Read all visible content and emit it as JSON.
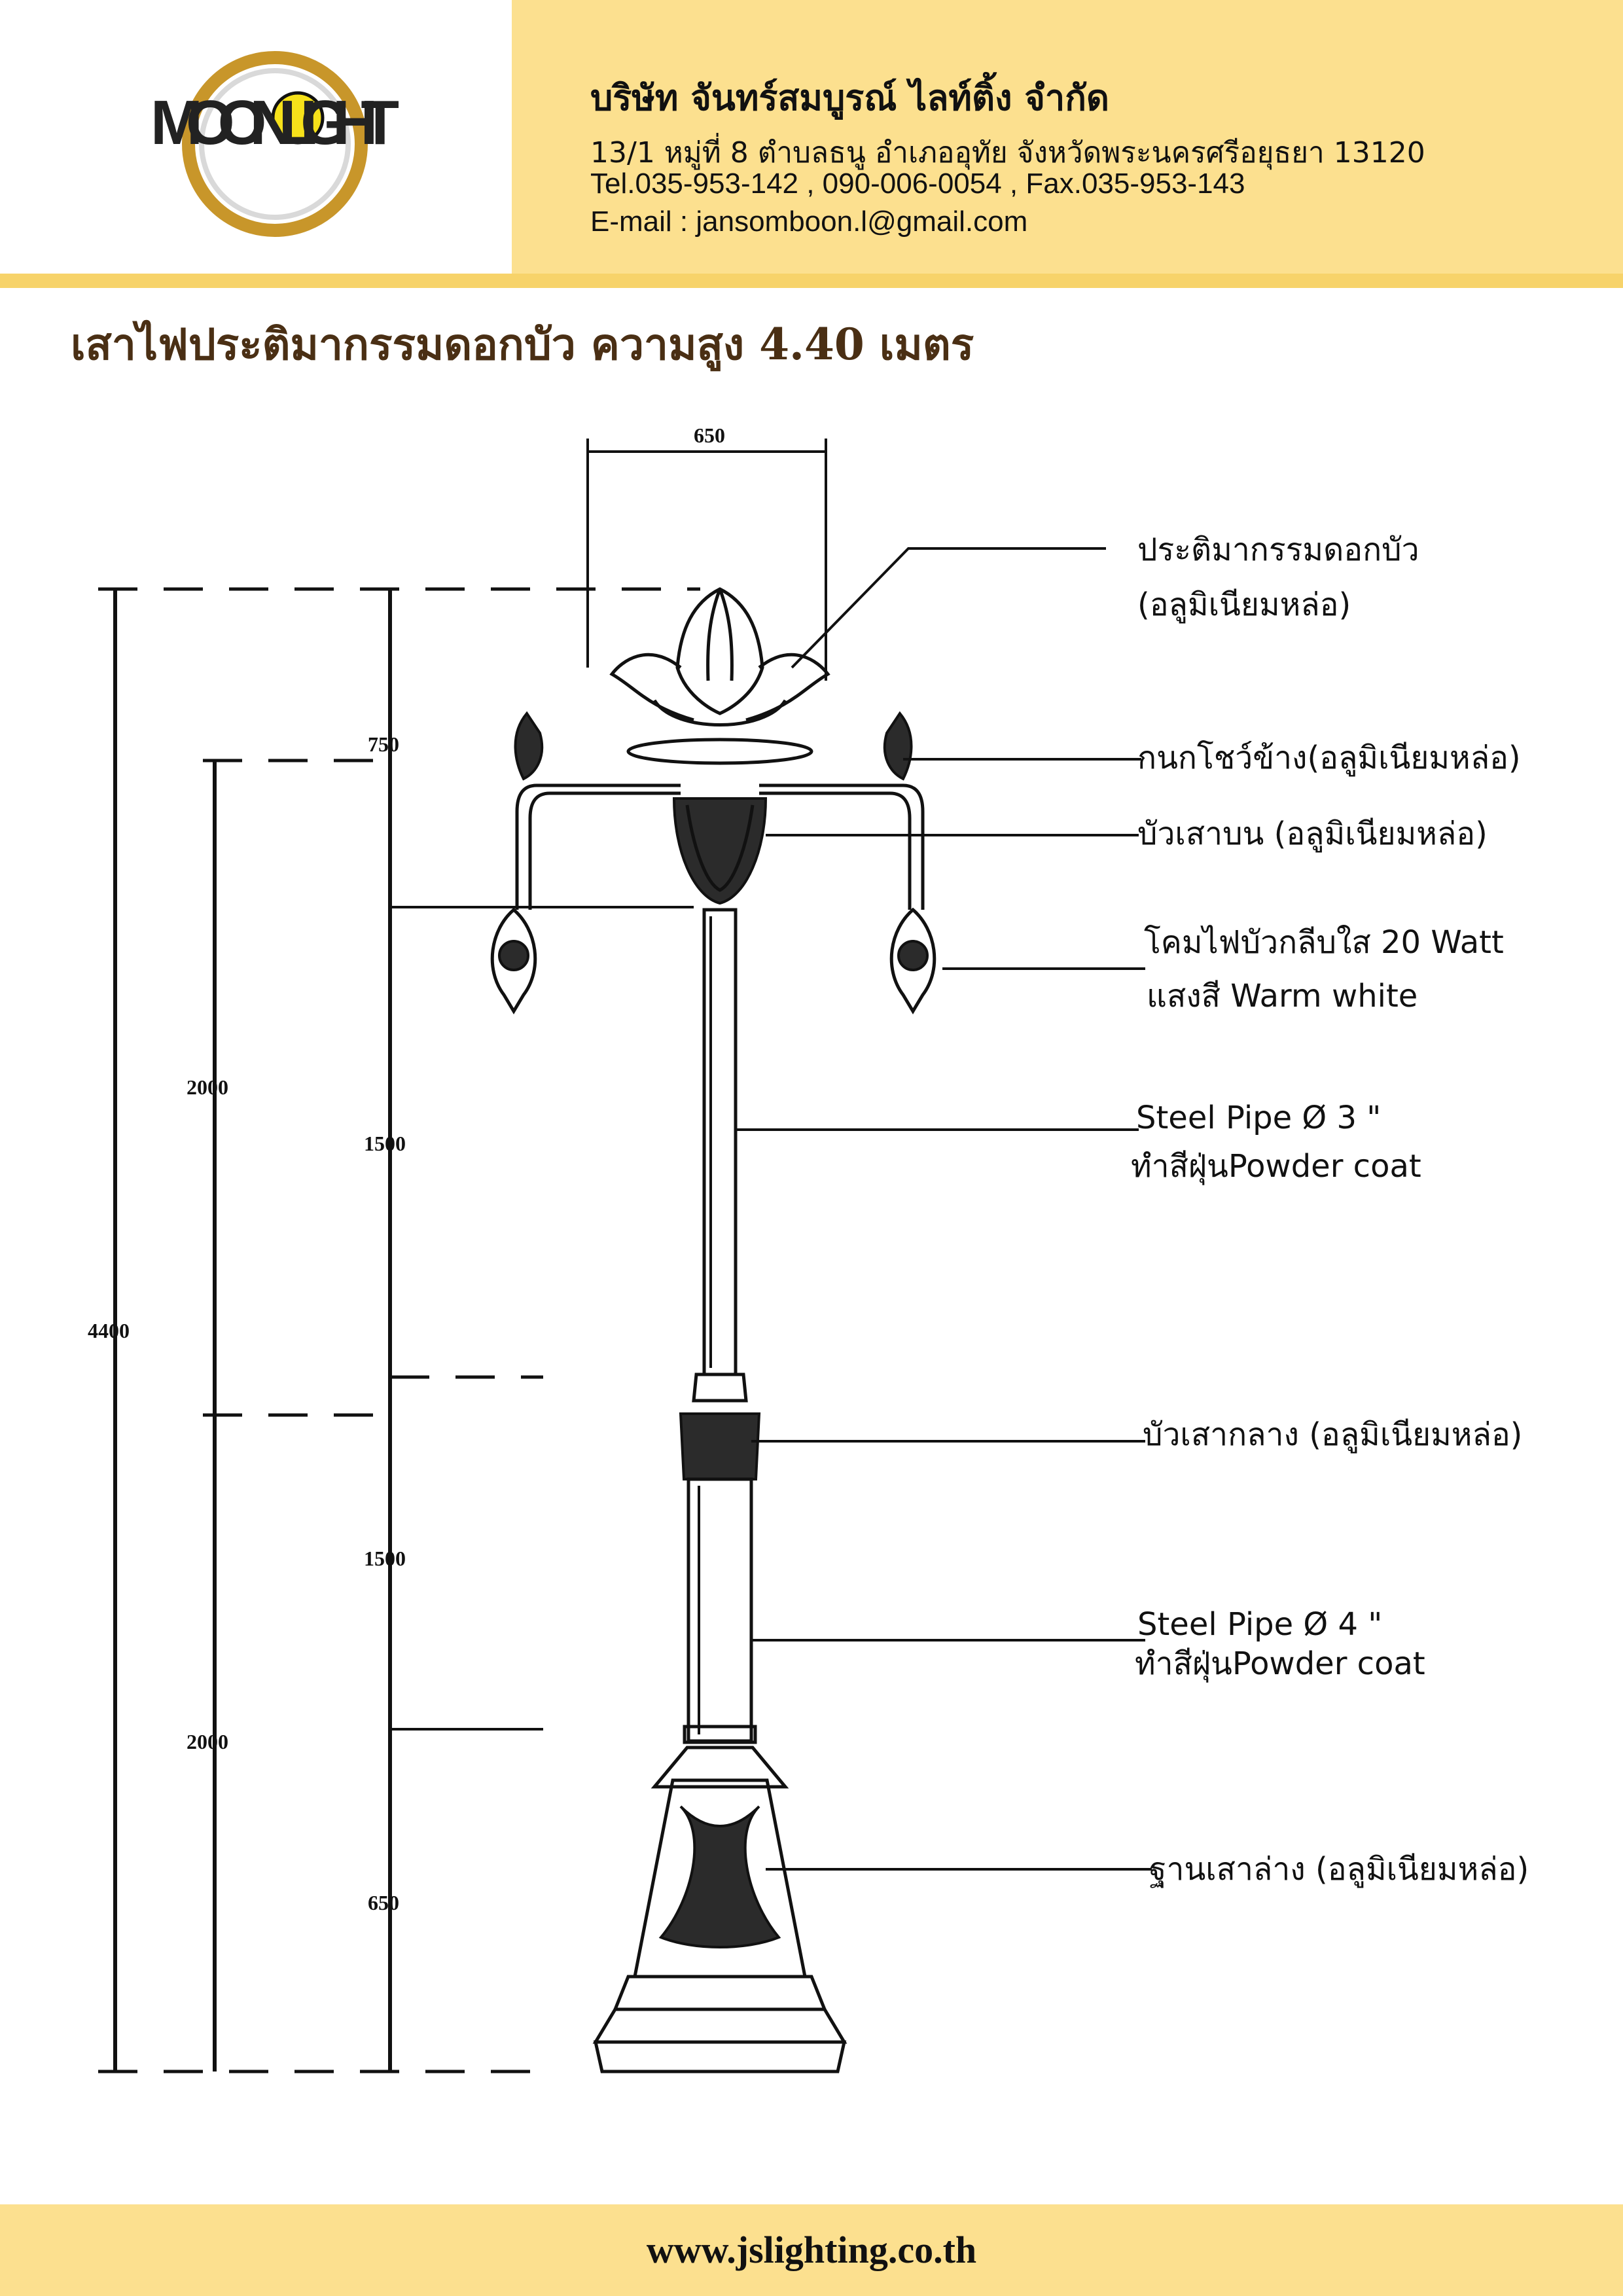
{
  "header": {
    "logo_text": "MOON LIGHT",
    "company_name": "บริษัท จันทร์สมบูรณ์ ไลท์ติ้ง จำกัด",
    "address": "13/1 หมู่ที่ 8 ตำบลธนู อำเภออุทัย จังหวัดพระนครศรีอยุธยา 13120",
    "tel": "Tel.035-953-142 , 090-006-0054 , Fax.035-953-143",
    "email": "E-mail : jansomboon.l@gmail.com"
  },
  "title": "เสาไฟประติมากรรมดอกบัว ความสูง 4.40 เมตร",
  "dimensions": {
    "top_width": "650",
    "total_height": "4400",
    "upper_2000": "2000",
    "lower_2000": "2000",
    "seg_750": "750",
    "seg_1500_upper": "1500",
    "seg_1500_lower": "1500",
    "seg_650": "650"
  },
  "callouts": {
    "lotus_top_1": "ประติมากรรมดอกบัว",
    "lotus_top_2": "(อลูมิเนียมหล่อ)",
    "side_finial": "กนกโชว์ข้าง(อลูมิเนียมหล่อ)",
    "upper_lotus": "บัวเสาบน (อลูมิเนียมหล่อ)",
    "lamp_1": "โคมไฟบัวกลีบใส 20 Watt",
    "lamp_2": "แสงสี Warm white",
    "pipe3_1": "Steel Pipe Ø 3 \"",
    "pipe3_2": "ทำสีฝุ่นPowder coat",
    "middle_lotus": "บัวเสากลาง (อลูมิเนียมหล่อ)",
    "pipe4_1": "Steel Pipe Ø 4 \"",
    "pipe4_2": "ทำสีฝุ่นPowder coat",
    "base": "ฐานเสาล่าง (อลูมิเนียมหล่อ)"
  },
  "footer": {
    "url": "www.jslighting.co.th"
  },
  "colors": {
    "header_band": "#fce08f",
    "title": "#4a2f14",
    "logo_gold": "#c8962a",
    "logo_yellow": "#f6e11a"
  }
}
